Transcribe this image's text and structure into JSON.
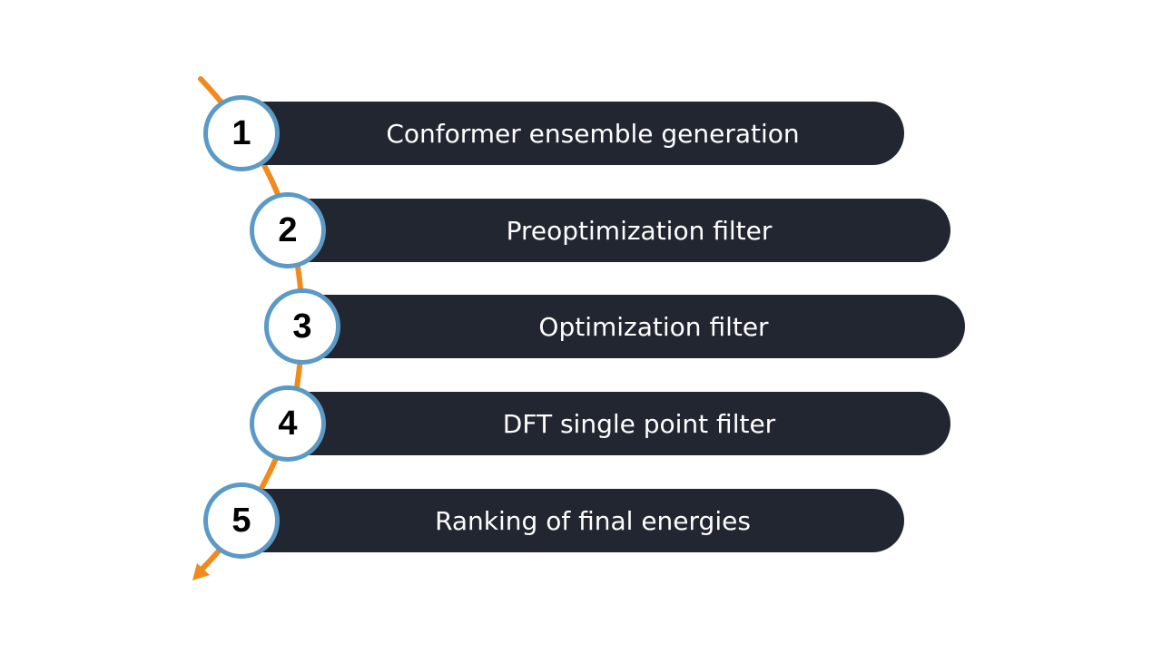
{
  "colors": {
    "bar": "#222631",
    "circle_border": "#5b9ac6",
    "curve": "#f08a1c"
  },
  "steps": [
    {
      "number": "1",
      "label": "Conformer ensemble generation"
    },
    {
      "number": "2",
      "label": "Preoptimization filter"
    },
    {
      "number": "3",
      "label": "Optimization filter"
    },
    {
      "number": "4",
      "label": "DFT single point filter"
    },
    {
      "number": "5",
      "label": "Ranking of final energies"
    }
  ]
}
